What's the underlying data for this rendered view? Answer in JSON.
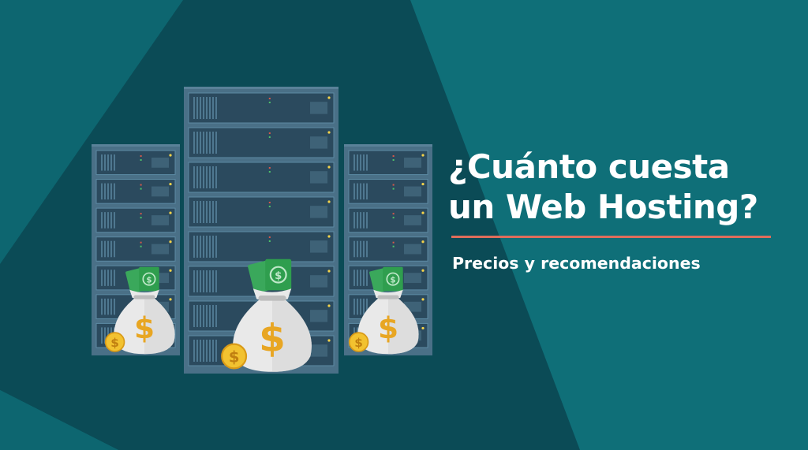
{
  "banner": {
    "title_line1": "¿Cuánto cuesta",
    "title_line2": "un Web Hosting?",
    "subtitle": "Precios y recomendaciones"
  },
  "illustration": {
    "icons": [
      "server-rack-icon",
      "money-bag-icon",
      "coin-icon",
      "banknote-icon"
    ],
    "bag_symbol": "$",
    "coin_symbol": "$"
  },
  "colors": {
    "background": "#0f6f78",
    "dark_shape": "#0b4b56",
    "server": "#4a7087",
    "accent_line": "#e06d5b",
    "bag": "#e9e9e9",
    "coin": "#f2c230",
    "money": "#2f9e4e"
  }
}
